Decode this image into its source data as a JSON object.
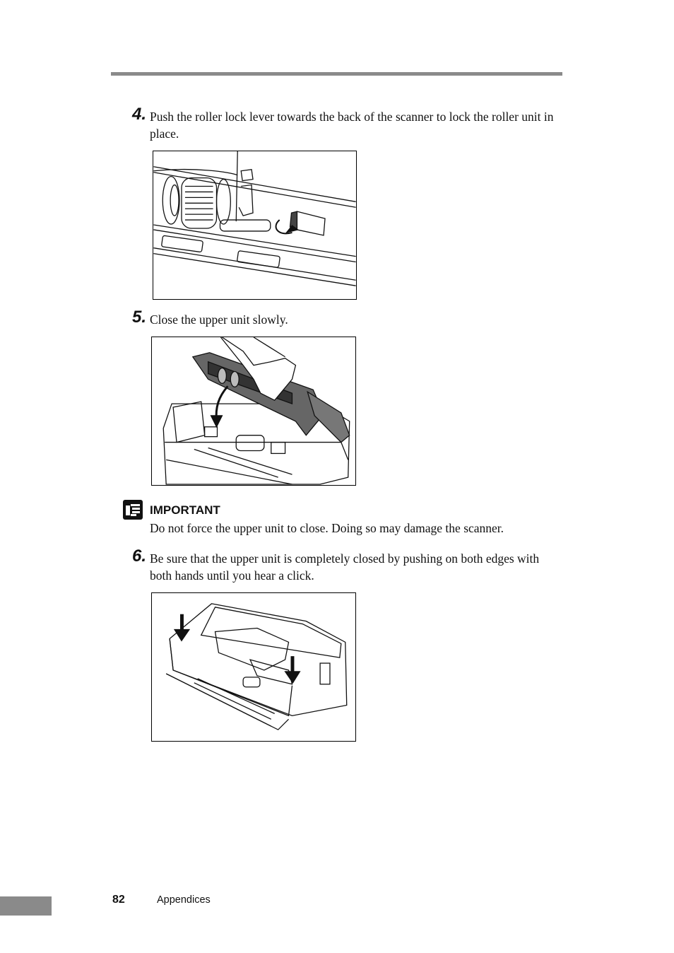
{
  "steps": [
    {
      "number": "4.",
      "text": "Push the roller lock lever towards the back of the scanner to lock the roller unit in place."
    },
    {
      "number": "5.",
      "text": "Close the upper unit slowly."
    },
    {
      "number": "6.",
      "text": "Be sure that the upper unit is completely closed by pushing on both edges with both hands until you hear a click."
    }
  ],
  "important": {
    "icon": "hand-pointer-icon",
    "title": "IMPORTANT",
    "text": "Do not force the upper unit to close. Doing so may damage the scanner."
  },
  "footer": {
    "page_number": "82",
    "section": "Appendices"
  }
}
